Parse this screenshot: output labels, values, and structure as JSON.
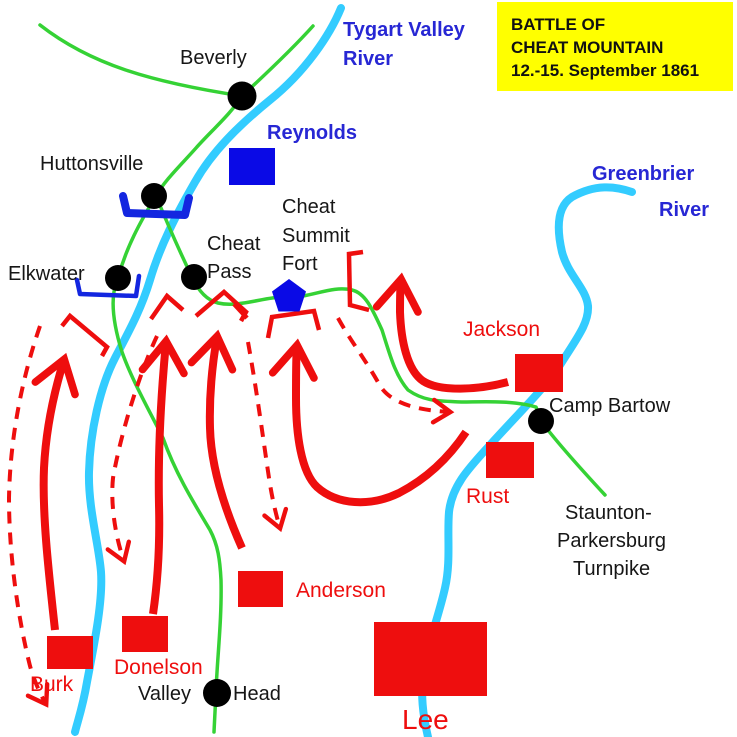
{
  "title": {
    "lines": [
      "BATTLE OF",
      "CHEAT MOUNTAIN",
      "12.-15. September 1861"
    ]
  },
  "colors": {
    "river": "#33ccff",
    "road": "#35d235",
    "union_blue": "#0a0ae6",
    "confederate_red": "#ee0e0e",
    "river_label_blue": "#2727d4",
    "town_label_black": "#161616",
    "title_bg_yellow": "#ffff00"
  },
  "rivers": {
    "tygart": {
      "lines": [
        "Tygart Valley",
        "River"
      ]
    },
    "greenbrier": {
      "lines": [
        "Greenbrier",
        "River"
      ]
    }
  },
  "turnpike": {
    "lines": [
      "Staunton-",
      "Parkersburg",
      "Turnpike"
    ]
  },
  "towns": {
    "beverly": "Beverly",
    "huttonsville": "Huttonsville",
    "elkwater": "Elkwater",
    "camp_bartow": "Camp Bartow",
    "valley_head": {
      "left": "Valley",
      "right": "Head"
    },
    "cheat_pass": {
      "lines": [
        "Cheat",
        "Pass"
      ]
    }
  },
  "union": {
    "reynolds": "Reynolds",
    "fort": {
      "lines": [
        "Cheat",
        "Summit",
        "Fort"
      ]
    }
  },
  "confederate": {
    "jackson": "Jackson",
    "rust": "Rust",
    "anderson": "Anderson",
    "donelson": "Donelson",
    "burk": "Burk",
    "lee": "Lee"
  }
}
